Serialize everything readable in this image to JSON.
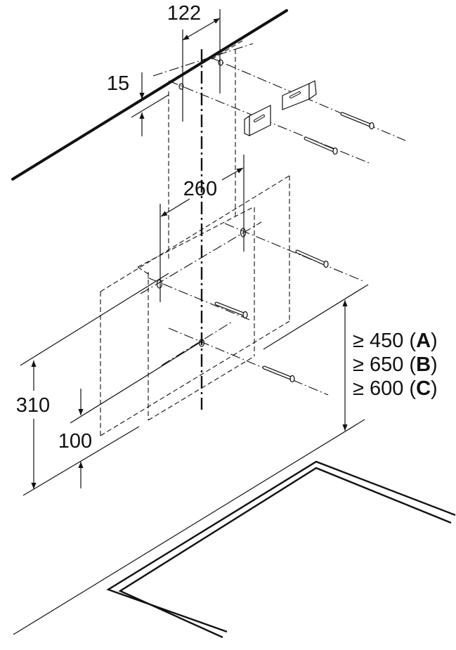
{
  "dimensions": {
    "hole_spacing_top": "122",
    "ceiling_offset": "15",
    "hole_spacing_lower": "260",
    "height_total": "310",
    "height_lower": "100"
  },
  "clearances": [
    {
      "prefix": "≥ 450 (",
      "letter": "A",
      "suffix": ")"
    },
    {
      "prefix": "≥ 650 (",
      "letter": "B",
      "suffix": ")"
    },
    {
      "prefix": "≥ 600 (",
      "letter": "C",
      "suffix": ")"
    }
  ],
  "colors": {
    "line": "#111111",
    "background": "#ffffff"
  }
}
